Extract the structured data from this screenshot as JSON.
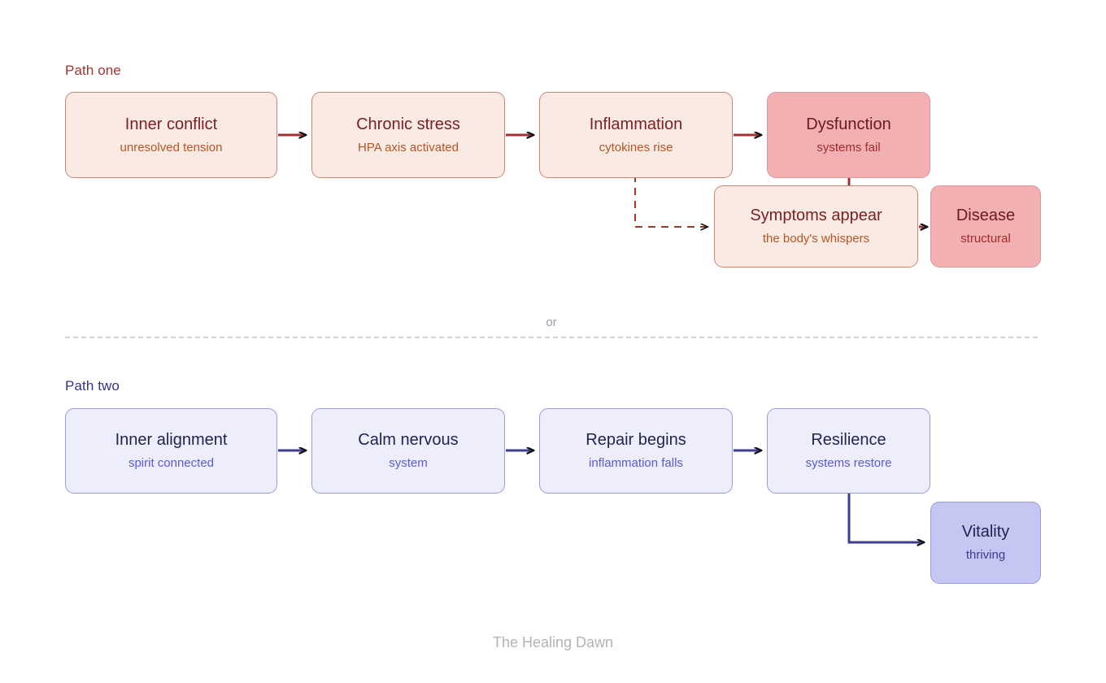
{
  "theme": {
    "background": "#ffffff",
    "warm_fill": "#faeae4",
    "warm_border": "#c9866f",
    "warm_strong_fill": "#f2b0b2",
    "warm_title": "#7b1f1f",
    "warm_sub": "#b85425",
    "warm_arrow": "#a03030",
    "cool_fill": "#ededfc",
    "cool_border": "#9a9ae0",
    "cool_strong_fill": "#c6c6f2",
    "cool_title": "#232352",
    "cool_sub": "#5a5ad6",
    "cool_arrow": "#3d3d8f",
    "divider": "#d4d4d4",
    "footer_text": "#b3b3b3",
    "arrowhead": "#111111"
  },
  "path_one": {
    "label": "Path one",
    "nodes": [
      {
        "title": "Inner conflict",
        "sub": "unresolved tension"
      },
      {
        "title": "Chronic stress",
        "sub": "HPA axis activated"
      },
      {
        "title": "Inflammation",
        "sub": "cytokines rise"
      },
      {
        "title": "Dysfunction",
        "sub": "systems fail"
      },
      {
        "title": "Symptoms appear",
        "sub": "the body's whispers"
      },
      {
        "title": "Disease",
        "sub": "structural"
      }
    ]
  },
  "divider": {
    "label": "or"
  },
  "path_two": {
    "label": "Path two",
    "nodes": [
      {
        "title": "Inner alignment",
        "sub": "spirit connected"
      },
      {
        "title": "Calm nervous",
        "sub": "system"
      },
      {
        "title": "Repair begins",
        "sub": "inflammation falls"
      },
      {
        "title": "Resilience",
        "sub": "systems restore"
      },
      {
        "title": "Vitality",
        "sub": "thriving"
      }
    ]
  },
  "footer": {
    "caption": "The Healing Dawn"
  }
}
